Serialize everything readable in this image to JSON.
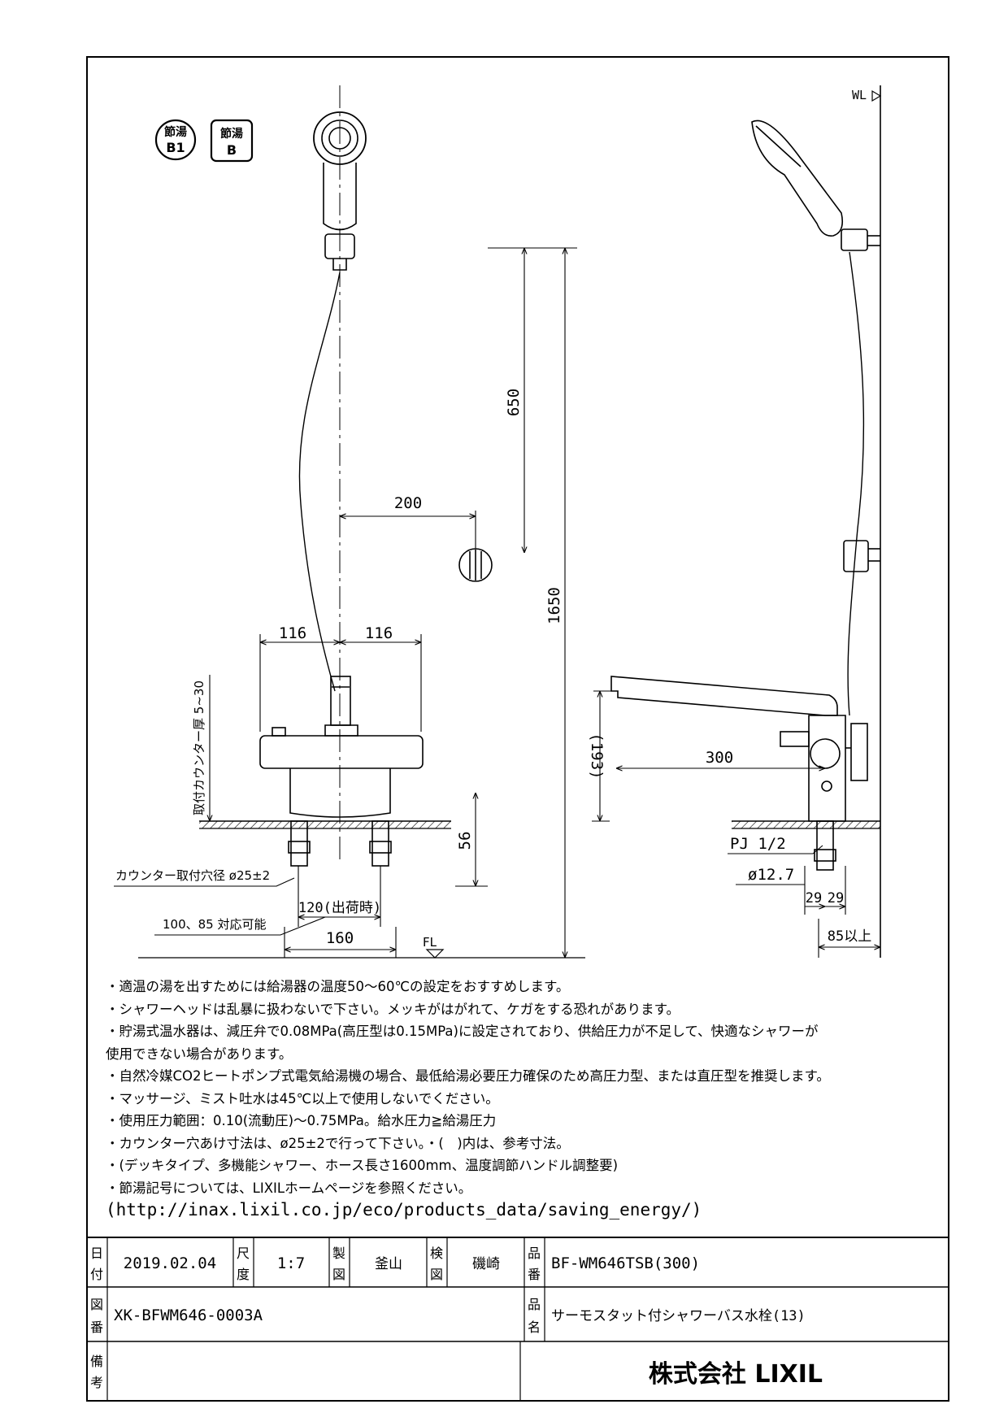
{
  "badges": {
    "b1_line1": "節湯",
    "b1_line2": "B1",
    "b_line1": "節湯",
    "b_line2": "B"
  },
  "dimensions": {
    "d650": "650",
    "d200": "200",
    "d1650": "1650",
    "d116_left": "116",
    "d116_right": "116",
    "d56": "56",
    "d120": "120(出荷時)",
    "d160": "160",
    "d193": "(193)",
    "d300": "300",
    "d29a": "29",
    "d29b": "29",
    "d85": "85以上",
    "pj": "PJ 1/2",
    "dia": "ø12.7",
    "wl": "WL",
    "fl": "FL"
  },
  "labels": {
    "counter_thickness": "取付カウンター厚 5~30",
    "counter_hole": "カウンター取付穴径 ø25±2",
    "pitch": "100、85 対応可能"
  },
  "notes": [
    "・適温の湯を出すためには給湯器の温度50～60℃の設定をおすすめします。",
    "・シャワーヘッドは乱暴に扱わないで下さい。メッキがはがれて、ケガをする恐れがあります。",
    "・貯湯式温水器は、減圧弁で0.08MPa(高圧型は0.15MPa)に設定されており、供給圧力が不足して、快適なシャワーが",
    "使用できない場合があります。",
    "・自然冷媒CO2ヒートポンプ式電気給湯機の場合、最低給湯必要圧力確保のため高圧力型、または直圧型を推奨します。",
    "・マッサージ、ミスト吐水は45℃以上で使用しないでください。",
    "・使用圧力範囲：0.10(流動圧)～0.75MPa。給水圧力≧給湯圧力",
    "・カウンター穴あけ寸法は、ø25±2で行って下さい。・(　)内は、参考寸法。",
    "・(デッキタイプ、多機能シャワー、ホース長さ1600mm、温度調節ハンドル調整要)",
    "・節湯記号については、LIXILホームページを参照ください。"
  ],
  "url": "(http://inax.lixil.co.jp/eco/products_data/saving_energy/)",
  "title_block": {
    "date_label_1": "日",
    "date_label_2": "付",
    "date": "2019.02.04",
    "scale_label_1": "尺",
    "scale_label_2": "度",
    "scale": "1:7",
    "drawn_label_1": "製",
    "drawn_label_2": "図",
    "drawn_by": "釜山",
    "checked_label_1": "検",
    "checked_label_2": "図",
    "checked_by": "磯崎",
    "part_no_label_1": "品",
    "part_no_label_2": "番",
    "part_no": "BF-WM646TSB(300)",
    "drawing_no_label_1": "図",
    "drawing_no_label_2": "番",
    "drawing_no": "XK-BFWM646-0003A",
    "product_label_1": "品",
    "product_label_2": "名",
    "product_name": "サーモスタット付シャワーバス水栓(13)",
    "remarks_label_1": "備",
    "remarks_label_2": "考",
    "company": "株式会社 LIXIL"
  }
}
